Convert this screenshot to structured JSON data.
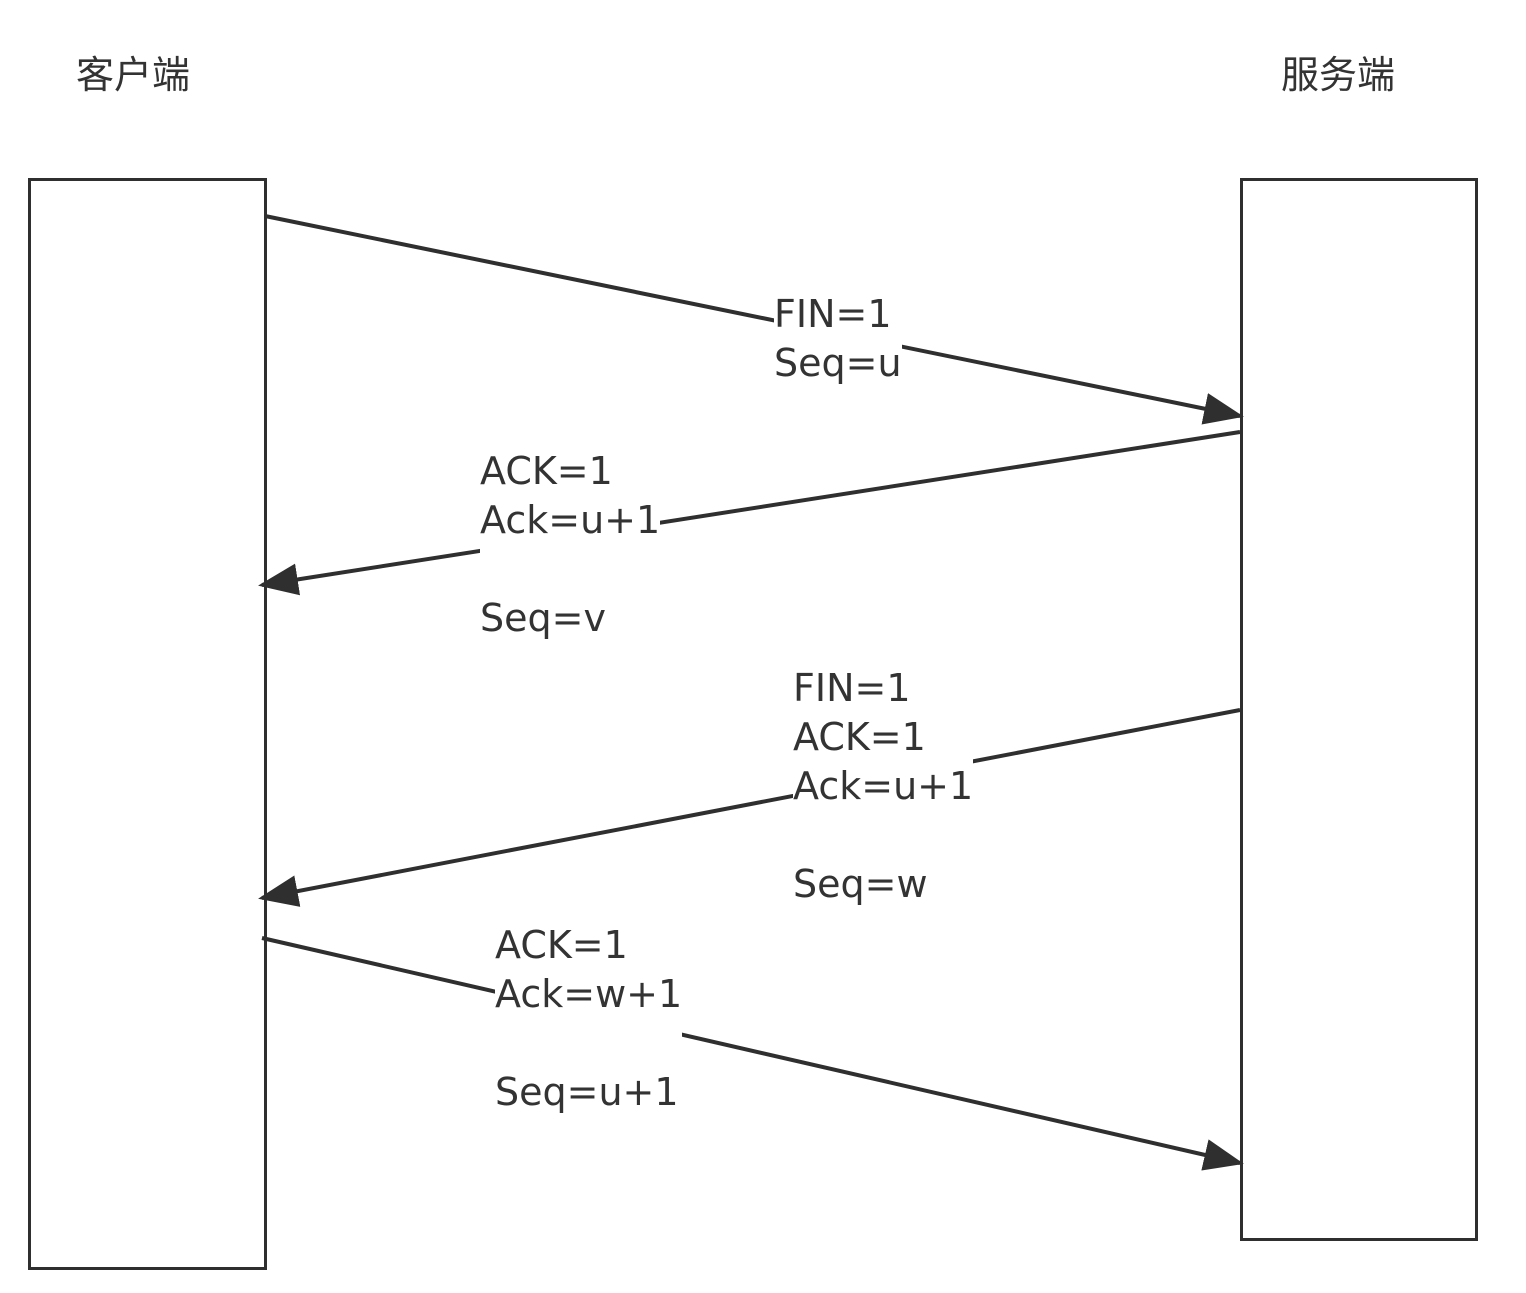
{
  "participants": {
    "client": "客户端",
    "server": "服务端"
  },
  "messages": [
    {
      "from": "client",
      "to": "server",
      "label_lines": [
        "FIN=1",
        "Seq=u"
      ]
    },
    {
      "from": "server",
      "to": "client",
      "label_lines": [
        "ACK=1",
        "Ack=u+1",
        "",
        "Seq=v"
      ]
    },
    {
      "from": "server",
      "to": "client",
      "label_lines": [
        "FIN=1",
        "ACK=1",
        "Ack=u+1",
        "",
        "Seq=w"
      ]
    },
    {
      "from": "client",
      "to": "server",
      "label_lines": [
        "ACK=1",
        "Ack=w+1",
        "",
        "Seq=u+1"
      ]
    }
  ],
  "colors": {
    "line": "#2f2f2f",
    "text": "#333333",
    "background": "#ffffff"
  }
}
